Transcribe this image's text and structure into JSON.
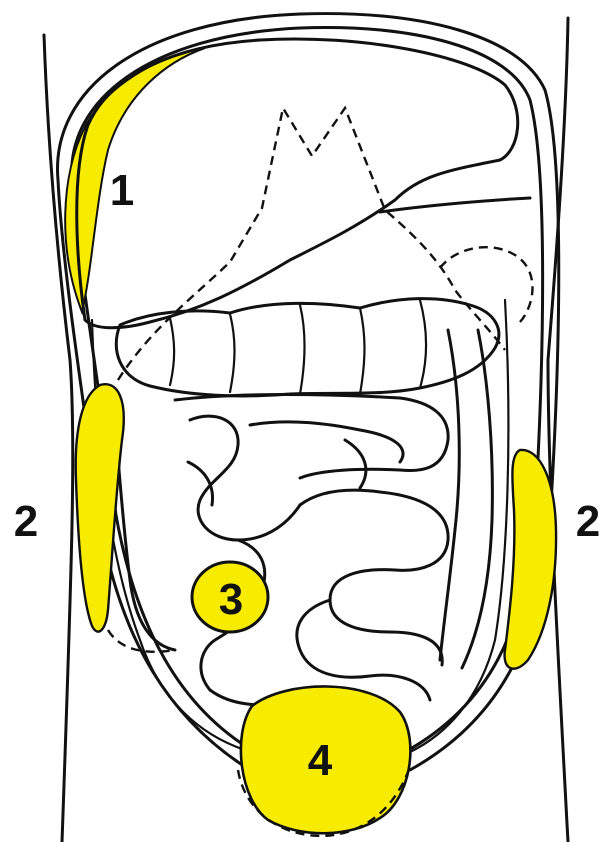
{
  "colors": {
    "highlight": "#f7ec00",
    "ink": "#111111",
    "background": "#ffffff"
  },
  "labels": {
    "region_1": "1",
    "region_2_left": "2",
    "region_2_right": "2",
    "region_3": "3",
    "region_4": "4"
  }
}
